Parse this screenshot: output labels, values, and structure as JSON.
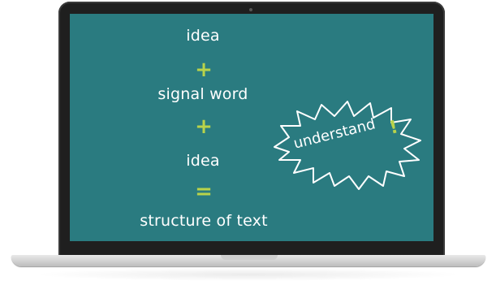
{
  "screen": {
    "lines": [
      {
        "text": "idea"
      },
      {
        "text": "signal word"
      },
      {
        "text": "idea"
      },
      {
        "text": "structure of text"
      }
    ],
    "operators": [
      "+",
      "+",
      "="
    ],
    "burst_label": "understand",
    "burst_mark": "!"
  },
  "colors": {
    "screen_bg": "#2a7b80",
    "text": "#ffffff",
    "accent": "#b9d34a"
  }
}
